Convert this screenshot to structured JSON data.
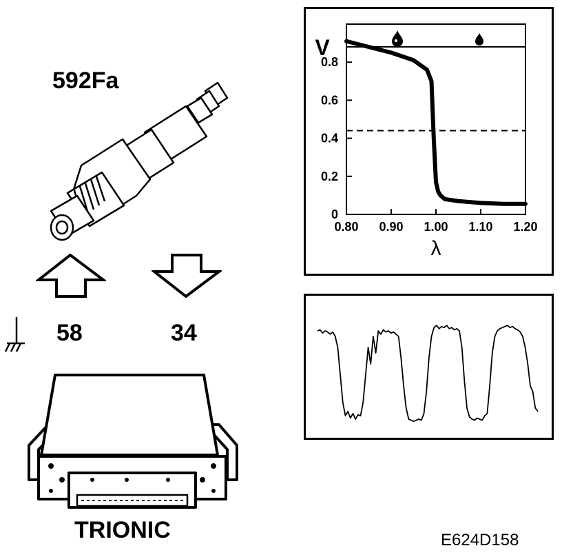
{
  "labels": {
    "sensor_part": "592Fa",
    "pin_ground": "58",
    "pin_signal": "34",
    "ecu_name": "TRIONIC",
    "figure_code": "E624D158"
  },
  "chart_data": [
    {
      "type": "line",
      "x": [
        0.8,
        0.85,
        0.9,
        0.95,
        0.98,
        0.99,
        0.995,
        1.0,
        1.005,
        1.01,
        1.02,
        1.05,
        1.1,
        1.15,
        1.2
      ],
      "series": [
        {
          "values": [
            0.91,
            0.88,
            0.85,
            0.81,
            0.76,
            0.7,
            0.4,
            0.17,
            0.12,
            0.1,
            0.08,
            0.07,
            0.06,
            0.055,
            0.055
          ]
        }
      ],
      "reference_line": 0.44,
      "xlabel": "λ",
      "ylabel": "V",
      "xticks": [
        "0.80",
        "0.90",
        "1.00",
        "1.10",
        "1.20"
      ],
      "yticks": [
        "0",
        "0.2",
        "0.4",
        "0.6",
        "0.8"
      ],
      "xlim": [
        0.8,
        1.2
      ],
      "ylim": [
        0,
        1.0
      ],
      "grid": false
    },
    {
      "type": "line",
      "series": [
        {
          "values": [
            0.85,
            0.86,
            0.83,
            0.85,
            0.84,
            0.82,
            0.84,
            0.8,
            0.7,
            0.45,
            0.2,
            0.08,
            0.12,
            0.06,
            0.1,
            0.05,
            0.09,
            0.08,
            0.2,
            0.45,
            0.7,
            0.55,
            0.8,
            0.65,
            0.85,
            0.82,
            0.86,
            0.84,
            0.85,
            0.83,
            0.84,
            0.82,
            0.8,
            0.6,
            0.35,
            0.15,
            0.05,
            0.04,
            0.03,
            0.04,
            0.05,
            0.04,
            0.1,
            0.3,
            0.6,
            0.8,
            0.88,
            0.9,
            0.87,
            0.89,
            0.88,
            0.9,
            0.87,
            0.88,
            0.86,
            0.87,
            0.85,
            0.7,
            0.4,
            0.15,
            0.07,
            0.05,
            0.04,
            0.06,
            0.05,
            0.04,
            0.08,
            0.1,
            0.35,
            0.65,
            0.8,
            0.85,
            0.87,
            0.88,
            0.89,
            0.9,
            0.88,
            0.89,
            0.87,
            0.86,
            0.84,
            0.8,
            0.7,
            0.55,
            0.35,
            0.3,
            0.15,
            0.12
          ]
        }
      ]
    }
  ],
  "icons": {
    "lean": "fuel-drop-lean-icon",
    "rich": "fuel-drop-rich-icon",
    "arrow_up": "arrow-up-icon",
    "arrow_down": "arrow-down-icon",
    "ground": "ground-symbol-icon"
  }
}
